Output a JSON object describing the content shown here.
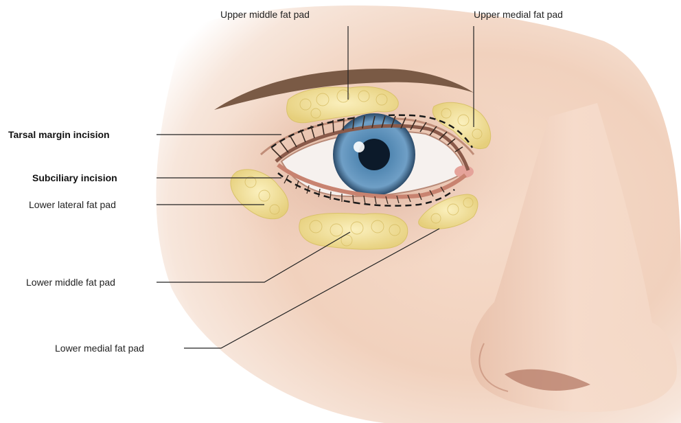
{
  "labels": {
    "upper_middle_fat_pad": "Upper middle fat pad",
    "upper_medial_fat_pad": "Upper medial fat pad",
    "tarsal_margin_incision": "Tarsal margin incision",
    "subciliary_incision": "Subciliary incision",
    "lower_lateral_fat_pad": "Lower lateral fat pad",
    "lower_middle_fat_pad": "Lower middle fat pad",
    "lower_medial_fat_pad": "Lower medial fat pad"
  },
  "colors": {
    "skin": "#f3d6c4",
    "skin_shadow": "#dcae98",
    "fat": "#f2e3a0",
    "fat_edge": "#d9c26a",
    "iris": "#5b8fb8",
    "pupil": "#0c1a2a",
    "incision": "#1a1a1a",
    "leader": "#222222"
  }
}
